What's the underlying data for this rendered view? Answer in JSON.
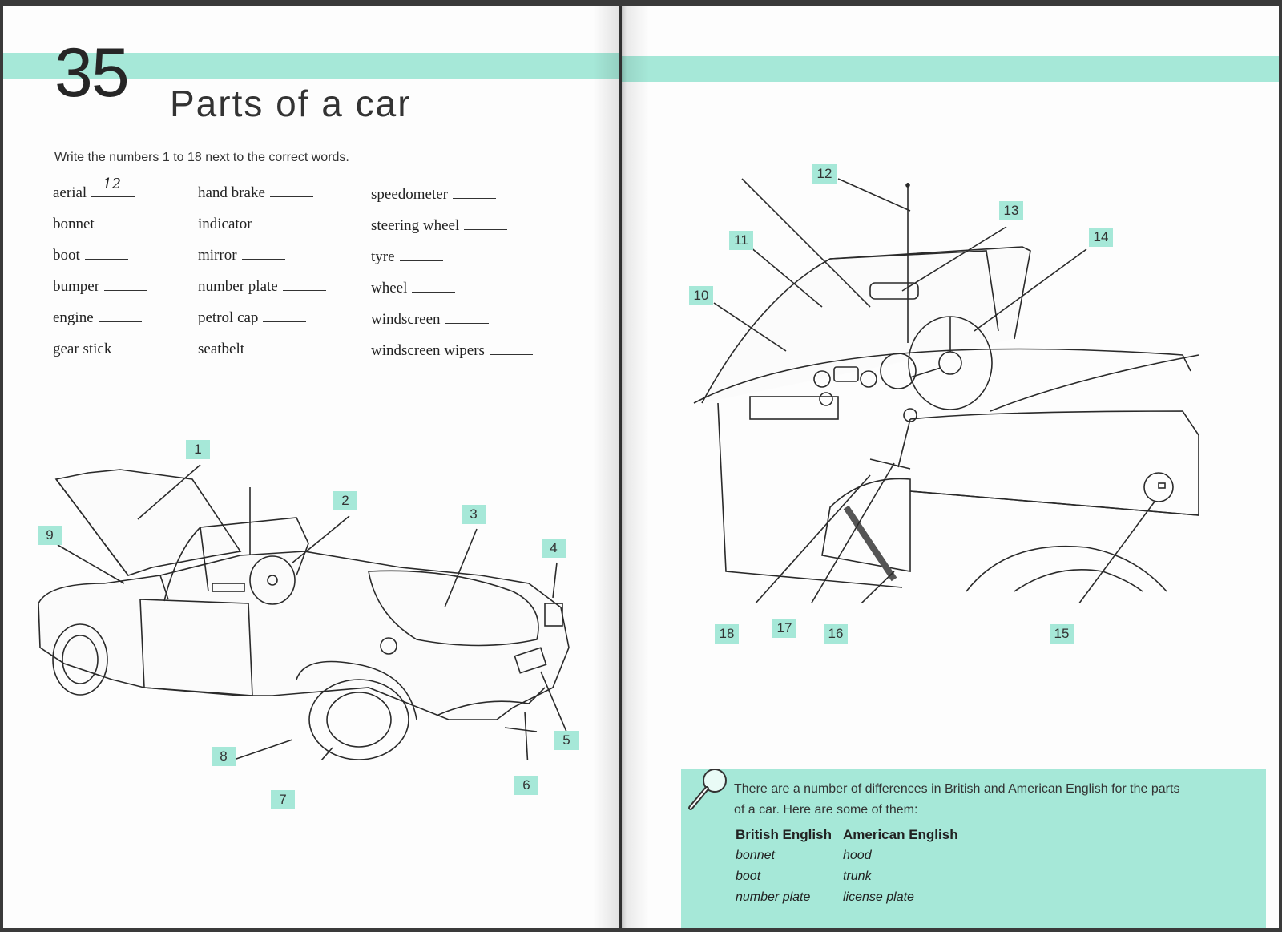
{
  "unit": {
    "number": "35",
    "title": "Parts of a car"
  },
  "instruction": "Write the numbers 1 to 18 next to the correct words.",
  "answer_example": "12",
  "words": {
    "col1": [
      "aerial",
      "bonnet",
      "boot",
      "bumper",
      "engine",
      "gear stick"
    ],
    "col2": [
      "hand brake",
      "indicator",
      "mirror",
      "number plate",
      "petrol cap",
      "seatbelt"
    ],
    "col3": [
      "speedometer",
      "steering wheel",
      "tyre",
      "wheel",
      "windscreen",
      "windscreen wipers"
    ]
  },
  "labels": [
    "1",
    "2",
    "3",
    "4",
    "5",
    "6",
    "7",
    "8",
    "9",
    "10",
    "11",
    "12",
    "13",
    "14",
    "15",
    "16",
    "17",
    "18"
  ],
  "note": {
    "text": "There are a number of differences in British and American English for the parts of a car. Here are some of them:",
    "british_header": "British English",
    "american_header": "American English",
    "pairs": [
      {
        "british": "bonnet",
        "american": "hood"
      },
      {
        "british": "boot",
        "american": "trunk"
      },
      {
        "british": "number plate",
        "american": "license plate"
      }
    ]
  },
  "colors": {
    "accent": "#a6e8d8",
    "ink": "#2a2a2a",
    "paper": "#fdfdfd"
  },
  "icons": [
    "magnifying-glass-icon"
  ]
}
